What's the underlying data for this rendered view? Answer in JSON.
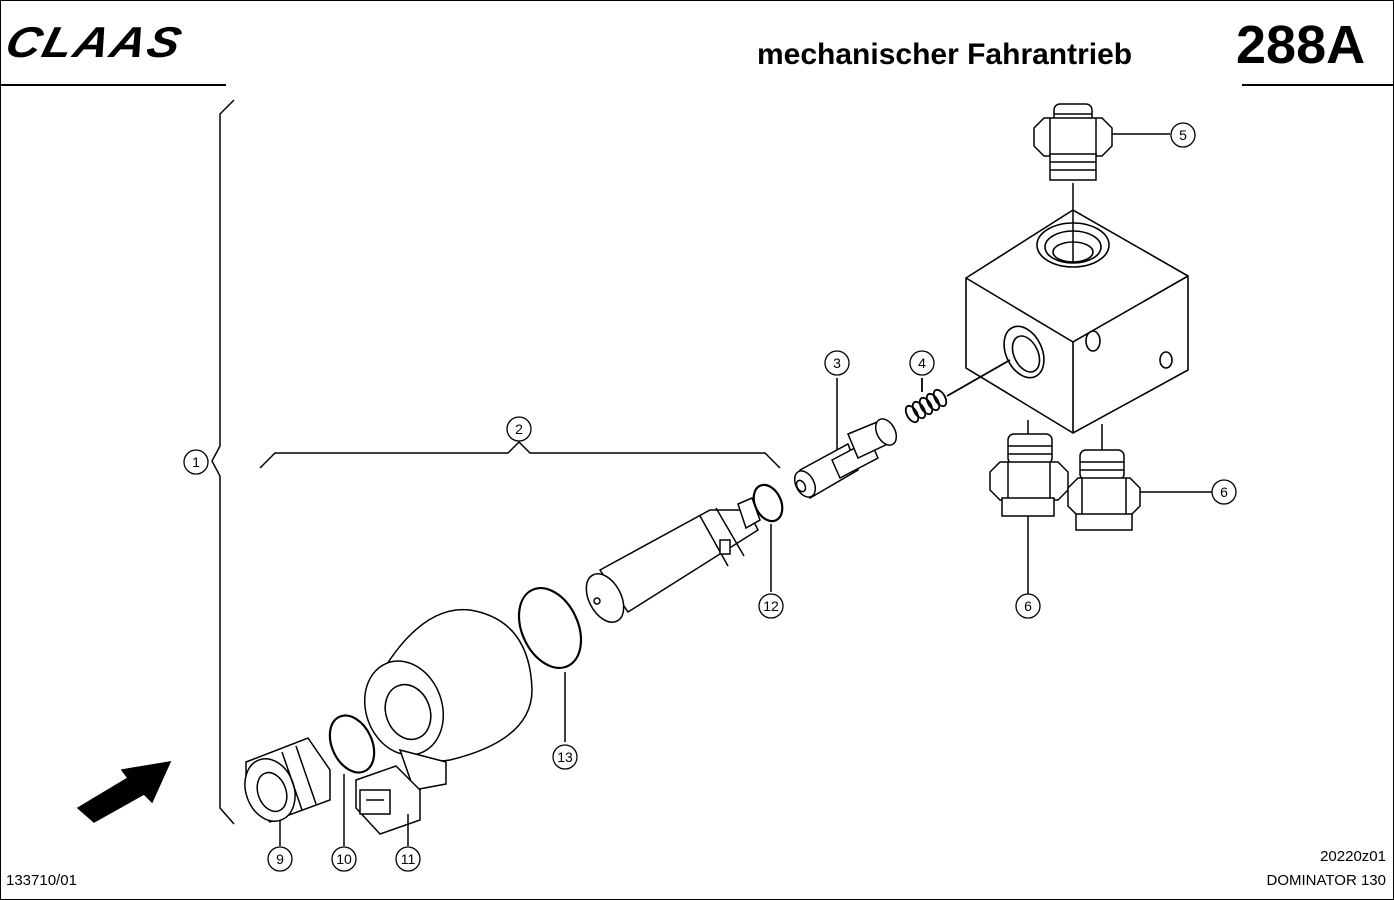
{
  "header": {
    "brand": "CLAAS",
    "title": "mechanischer Fahrantrieb",
    "page_number": "288A"
  },
  "footer": {
    "drawing_ref": "133710/01",
    "diagram_code": "20220z01",
    "model": "DOMINATOR 130"
  },
  "callouts": [
    "1",
    "2",
    "3",
    "4",
    "5",
    "6",
    "6",
    "9",
    "10",
    "11",
    "12",
    "13"
  ]
}
